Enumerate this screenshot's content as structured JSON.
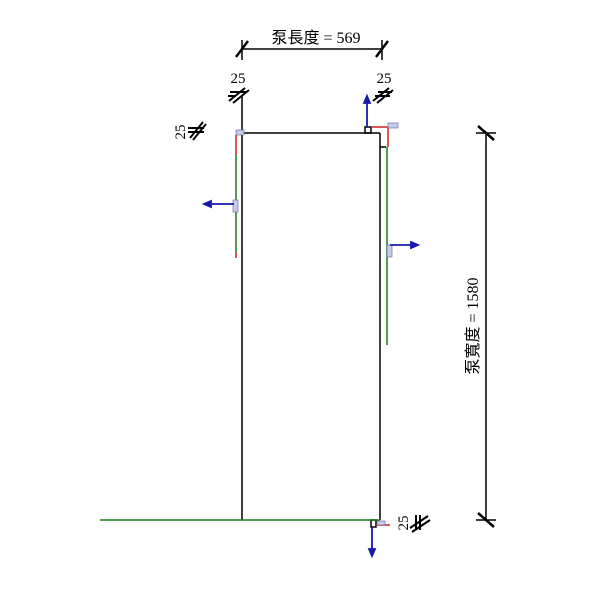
{
  "dimensions": {
    "length_label": "泵長度 = 569",
    "width_label": "泵寬度 = 1580",
    "offset_top_left": "25",
    "offset_top_right": "25",
    "offset_left": "25",
    "offset_bottom_right": "25"
  },
  "colors": {
    "outline": "#000000",
    "reference_green": "#1a7a1a",
    "reference_red": "#d42020",
    "arrow_blue": "#1a1aa8"
  }
}
